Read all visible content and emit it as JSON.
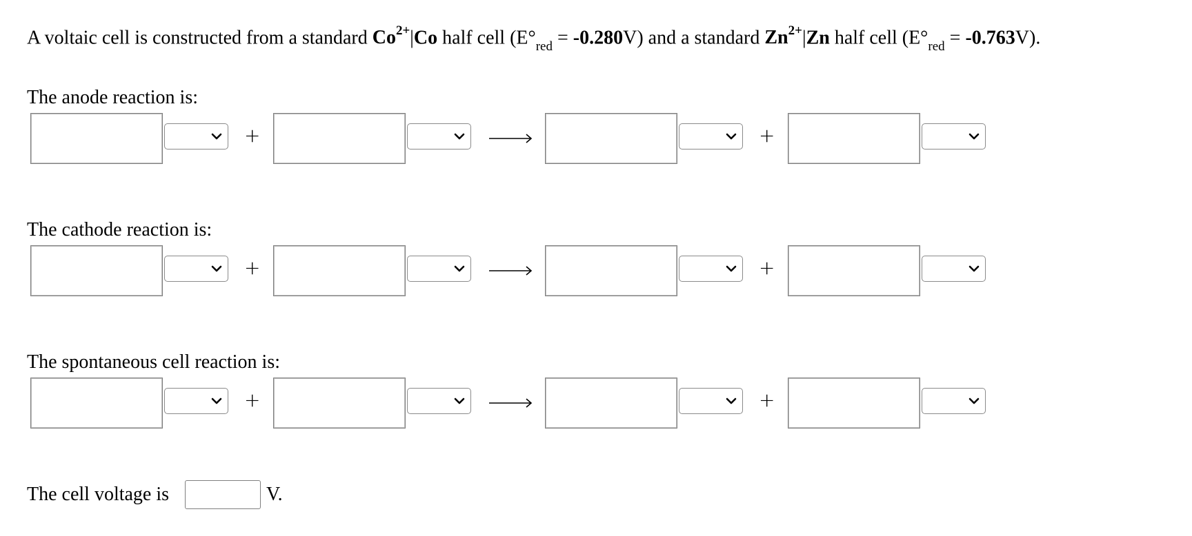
{
  "intro": {
    "prefix": "A voltaic cell is constructed from a standard ",
    "couple1_ion": "Co",
    "couple1_charge": "2+",
    "couple1_bar": "|",
    "couple1_metal": "Co",
    "mid1": " half cell (E°",
    "sub1": "red",
    "eq1": " = ",
    "value1": "-0.280",
    "unit1": "V) and a standard ",
    "couple2_ion": "Zn",
    "couple2_charge": "2+",
    "couple2_bar": "|",
    "couple2_metal": "Zn",
    "mid2": " half cell (E°",
    "sub2": "red",
    "eq2": " = ",
    "value2": "-0.763",
    "unit2": "V)."
  },
  "anode": {
    "label": "The anode reaction is:"
  },
  "cathode": {
    "label": "The cathode reaction is:"
  },
  "cell": {
    "label": "The spontaneous cell reaction is:"
  },
  "equation": {
    "plus": "+",
    "species_value": "",
    "state_selected": ""
  },
  "voltage": {
    "label": "The cell voltage is",
    "value": "",
    "unit": "V."
  },
  "icons": {
    "dropdown": "chevron-down-icon",
    "arrow": "reaction-arrow-icon"
  }
}
